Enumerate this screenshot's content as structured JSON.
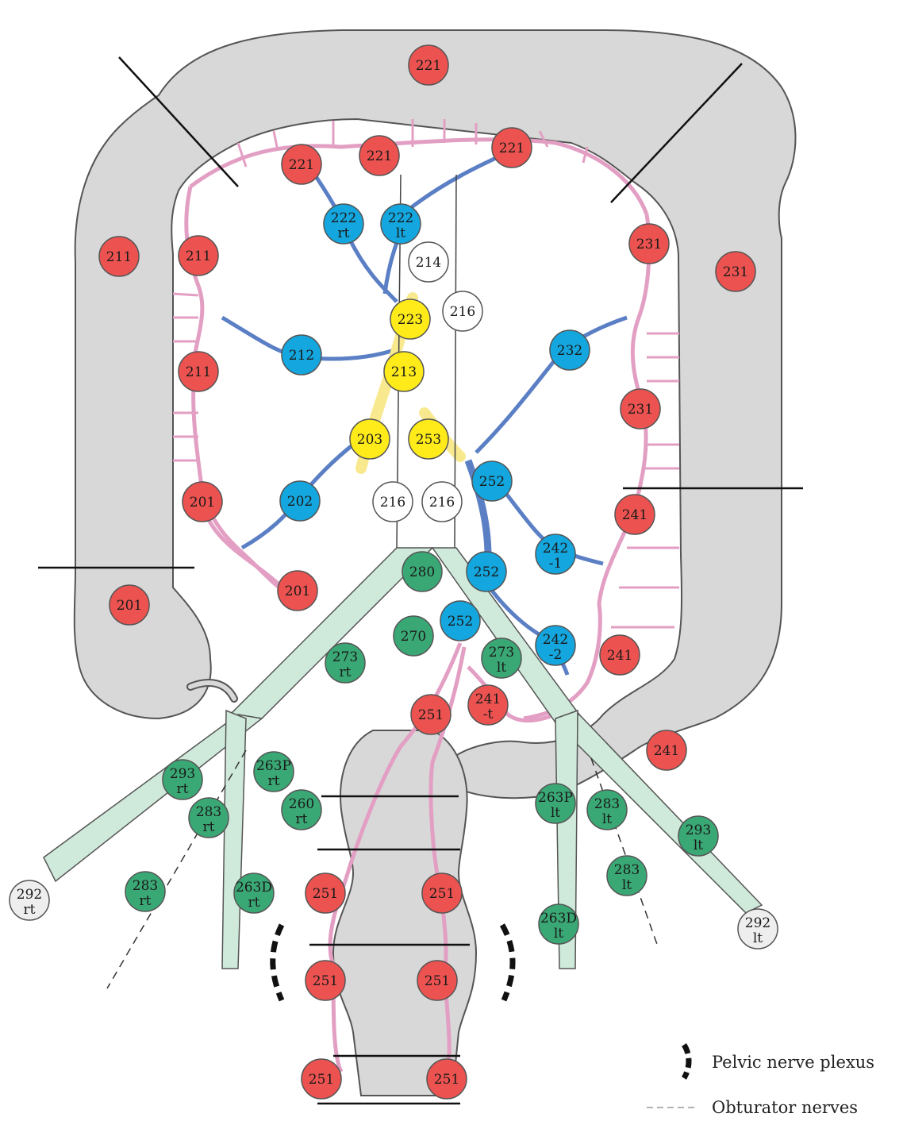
{
  "colors": {
    "colon": "#d8d8d8",
    "colon_outline": "#555555",
    "lymph_red": "#ec5350",
    "lymph_blue": "#14a6de",
    "lymph_yellow": "#ffeb1a",
    "lymph_green": "#3aa875",
    "lymph_white": "#ffffff",
    "lymph_gray": "#eeeeee",
    "vessel_pink": "#e39fc3",
    "vessel_blue": "#5b7fc4",
    "vessel_yellow": "#f8e98f",
    "vessel_green": "#cfe9da",
    "line_black": "#111111"
  },
  "nodes": [
    {
      "id": "n221-top",
      "l1": "221",
      "l2": "",
      "color": "red"
    },
    {
      "id": "n221-a",
      "l1": "221",
      "l2": "",
      "color": "red"
    },
    {
      "id": "n221-b",
      "l1": "221",
      "l2": "",
      "color": "red"
    },
    {
      "id": "n221-c",
      "l1": "221",
      "l2": "",
      "color": "red"
    },
    {
      "id": "n222rt",
      "l1": "222",
      "l2": "rt",
      "color": "blue"
    },
    {
      "id": "n222lt",
      "l1": "222",
      "l2": "lt",
      "color": "blue"
    },
    {
      "id": "n214",
      "l1": "214",
      "l2": "",
      "color": "white"
    },
    {
      "id": "n216-a",
      "l1": "216",
      "l2": "",
      "color": "white"
    },
    {
      "id": "n223",
      "l1": "223",
      "l2": "",
      "color": "yellow"
    },
    {
      "id": "n213",
      "l1": "213",
      "l2": "",
      "color": "yellow"
    },
    {
      "id": "n203",
      "l1": "203",
      "l2": "",
      "color": "yellow"
    },
    {
      "id": "n253",
      "l1": "253",
      "l2": "",
      "color": "yellow"
    },
    {
      "id": "n212",
      "l1": "212",
      "l2": "",
      "color": "blue"
    },
    {
      "id": "n232",
      "l1": "232",
      "l2": "",
      "color": "blue"
    },
    {
      "id": "n211-outer",
      "l1": "211",
      "l2": "",
      "color": "red"
    },
    {
      "id": "n211-a",
      "l1": "211",
      "l2": "",
      "color": "red"
    },
    {
      "id": "n211-b",
      "l1": "211",
      "l2": "",
      "color": "red"
    },
    {
      "id": "n231-a",
      "l1": "231",
      "l2": "",
      "color": "red"
    },
    {
      "id": "n231-outer",
      "l1": "231",
      "l2": "",
      "color": "red"
    },
    {
      "id": "n231-b",
      "l1": "231",
      "l2": "",
      "color": "red"
    },
    {
      "id": "n201-a",
      "l1": "201",
      "l2": "",
      "color": "red"
    },
    {
      "id": "n202",
      "l1": "202",
      "l2": "",
      "color": "blue"
    },
    {
      "id": "n216-b",
      "l1": "216",
      "l2": "",
      "color": "white"
    },
    {
      "id": "n216-c",
      "l1": "216",
      "l2": "",
      "color": "white"
    },
    {
      "id": "n252-a",
      "l1": "252",
      "l2": "",
      "color": "blue"
    },
    {
      "id": "n241-a",
      "l1": "241",
      "l2": "",
      "color": "red"
    },
    {
      "id": "n242-1",
      "l1": "242",
      "l2": "-1",
      "color": "blue"
    },
    {
      "id": "n280",
      "l1": "280",
      "l2": "",
      "color": "green"
    },
    {
      "id": "n252-b",
      "l1": "252",
      "l2": "",
      "color": "blue"
    },
    {
      "id": "n201-outer",
      "l1": "201",
      "l2": "",
      "color": "red"
    },
    {
      "id": "n201-b",
      "l1": "201",
      "l2": "",
      "color": "red"
    },
    {
      "id": "n270",
      "l1": "270",
      "l2": "",
      "color": "green"
    },
    {
      "id": "n252-c",
      "l1": "252",
      "l2": "",
      "color": "blue"
    },
    {
      "id": "n242-2",
      "l1": "242",
      "l2": "-2",
      "color": "blue"
    },
    {
      "id": "n241-b",
      "l1": "241",
      "l2": "",
      "color": "red"
    },
    {
      "id": "n273rt",
      "l1": "273",
      "l2": "rt",
      "color": "green"
    },
    {
      "id": "n273lt",
      "l1": "273",
      "l2": "lt",
      "color": "green"
    },
    {
      "id": "n241-t",
      "l1": "241",
      "l2": "-t",
      "color": "red"
    },
    {
      "id": "n251-a",
      "l1": "251",
      "l2": "",
      "color": "red"
    },
    {
      "id": "n241-outer",
      "l1": "241",
      "l2": "",
      "color": "red"
    },
    {
      "id": "n293rt",
      "l1": "293",
      "l2": "rt",
      "color": "green"
    },
    {
      "id": "n263Prt",
      "l1": "263P",
      "l2": "rt",
      "color": "green"
    },
    {
      "id": "n260rt",
      "l1": "260",
      "l2": "rt",
      "color": "green"
    },
    {
      "id": "n283rt-a",
      "l1": "283",
      "l2": "rt",
      "color": "green"
    },
    {
      "id": "n263Plt",
      "l1": "263P",
      "l2": "lt",
      "color": "green"
    },
    {
      "id": "n283lt-a",
      "l1": "283",
      "l2": "lt",
      "color": "green"
    },
    {
      "id": "n293lt",
      "l1": "293",
      "l2": "lt",
      "color": "green"
    },
    {
      "id": "n292rt",
      "l1": "292",
      "l2": "rt",
      "color": "gray"
    },
    {
      "id": "n283rt-b",
      "l1": "283",
      "l2": "rt",
      "color": "green"
    },
    {
      "id": "n263Drt",
      "l1": "263D",
      "l2": "rt",
      "color": "green"
    },
    {
      "id": "n251-b",
      "l1": "251",
      "l2": "",
      "color": "red"
    },
    {
      "id": "n251-c",
      "l1": "251",
      "l2": "",
      "color": "red"
    },
    {
      "id": "n283lt-b",
      "l1": "283",
      "l2": "lt",
      "color": "green"
    },
    {
      "id": "n263Dlt",
      "l1": "263D",
      "l2": "lt",
      "color": "green"
    },
    {
      "id": "n292lt",
      "l1": "292",
      "l2": "lt",
      "color": "gray"
    },
    {
      "id": "n251-d",
      "l1": "251",
      "l2": "",
      "color": "red"
    },
    {
      "id": "n251-e",
      "l1": "251",
      "l2": "",
      "color": "red"
    },
    {
      "id": "n251-f",
      "l1": "251",
      "l2": "",
      "color": "red"
    },
    {
      "id": "n251-g",
      "l1": "251",
      "l2": "",
      "color": "red"
    }
  ],
  "legend": {
    "pelvic_label": "Pelvic nerve plexus",
    "obturator_label": "Obturator nerves"
  }
}
